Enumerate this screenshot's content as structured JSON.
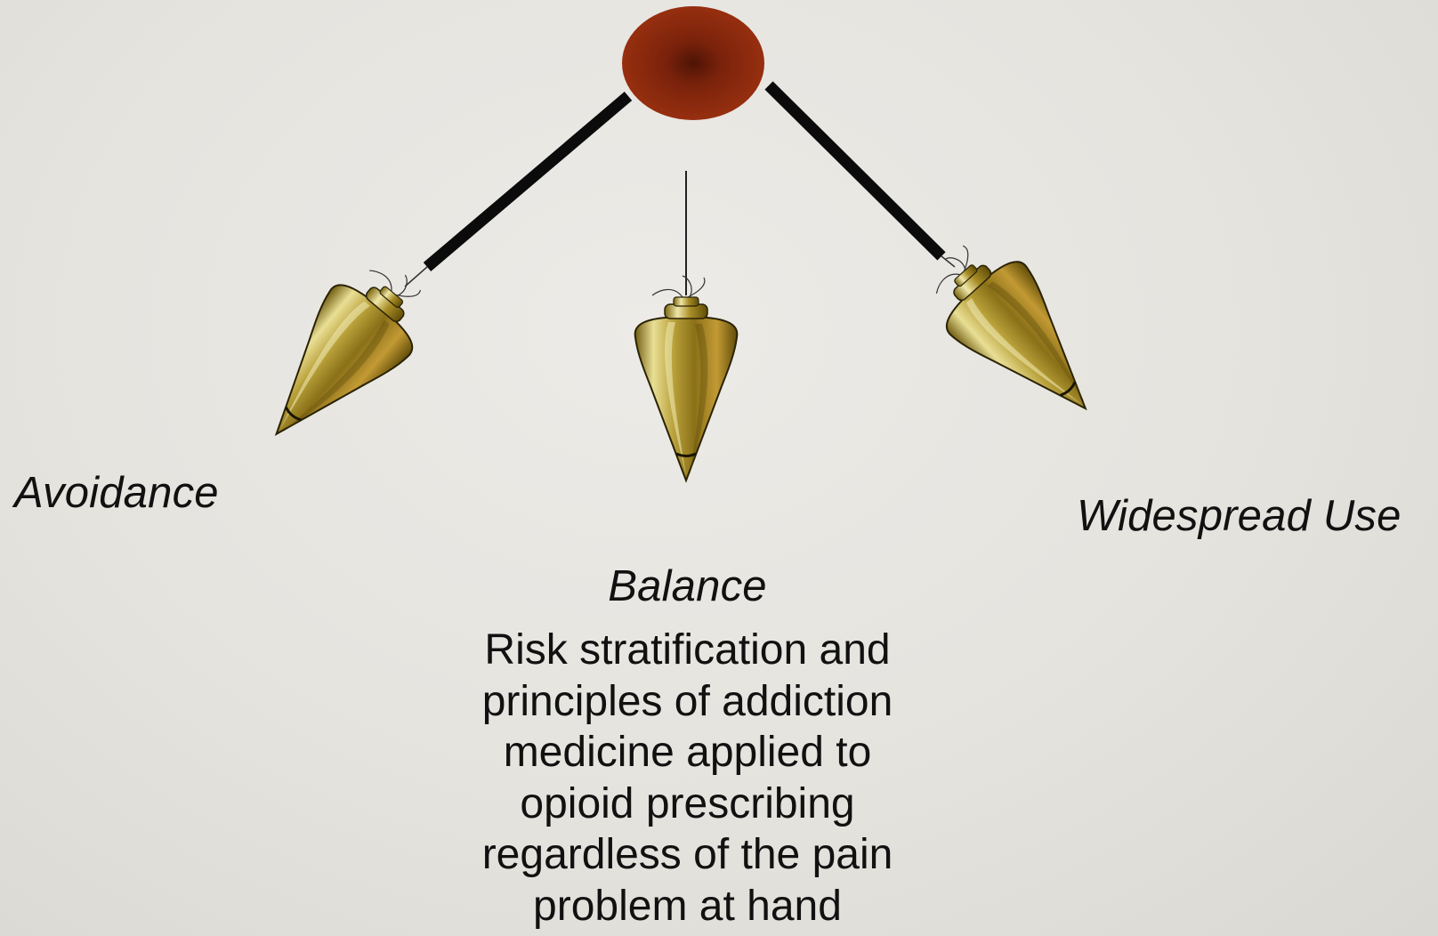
{
  "labels": {
    "left": "Avoidance",
    "center": "Balance",
    "right": "Widespread Use"
  },
  "description": "Risk stratification and principles of addiction medicine applied to opioid prescribing regardless of the pain problem at hand",
  "colors": {
    "background": "#e6e4df",
    "pivot": "#8e2a10",
    "pivot_center": "#5a1a08",
    "arm": "#0b0b0b",
    "brass_light": "#e8dc8a",
    "brass_mid": "#b59a2c",
    "brass_dark": "#6d5a0e",
    "text": "#111111"
  },
  "icons": [
    "pivot-ball-icon",
    "plumb-bob-icon"
  ]
}
